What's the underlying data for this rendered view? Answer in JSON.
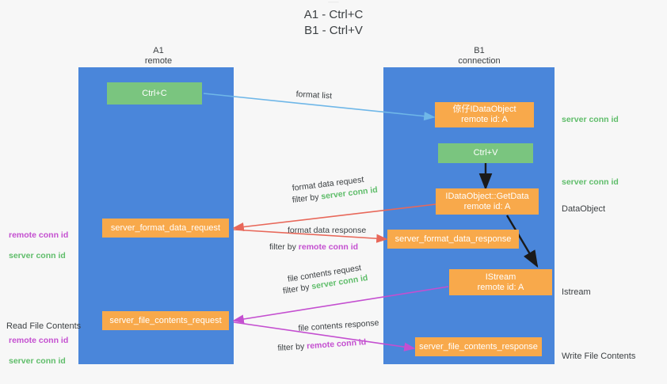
{
  "title": "A1 - Ctrl+C\nB1 - Ctrl+V",
  "colors": {
    "background": "#f7f7f7",
    "lane": "#4a86da",
    "green_box": "#7ac57f",
    "orange_box": "#f8a94b",
    "server_conn_id": "#5fbd6a",
    "remote_conn_id": "#c44fd0",
    "arrow_blue": "#6fb7e8",
    "arrow_red": "#e8685a",
    "arrow_magenta": "#c44fd0",
    "arrow_black": "#1a1a1a",
    "dash_line": "#1a1a1a"
  },
  "lanes": [
    {
      "name": "A1",
      "sub": "remote",
      "header": "A1\nremote"
    },
    {
      "name": "B1",
      "sub": "connection",
      "header": "B1\nconnection"
    }
  ],
  "boxes": {
    "ctrl_c": {
      "line1": "Ctrl+C",
      "line2": ""
    },
    "idataobject_top": {
      "line1": "倞仔IDataObject",
      "line2": "remote id: A"
    },
    "ctrl_v": {
      "line1": "Ctrl+V",
      "line2": ""
    },
    "getdata": {
      "line1": "IDataObject::GetData",
      "line2": "remote id: A"
    },
    "server_format_data_request": {
      "line1": "server_format_data_request",
      "line2": ""
    },
    "server_format_data_response": {
      "line1": "server_format_data_response",
      "line2": ""
    },
    "istream": {
      "line1": "IStream",
      "line2": "remote id: A"
    },
    "server_file_contents_request": {
      "line1": "server_file_contents_request",
      "line2": ""
    },
    "server_file_contents_response": {
      "line1": "server_file_contents_response",
      "line2": ""
    }
  },
  "arrow_labels": {
    "format_list": "format list",
    "format_data_request": "format data request",
    "format_data_request_filter_prefix": "filter by ",
    "format_data_request_filter_key": "server conn id",
    "format_data_response": "format data response",
    "format_data_response_filter_prefix": "filter by ",
    "format_data_response_filter_key": "remote conn id",
    "file_contents_request": "file contents request",
    "file_contents_request_filter_prefix": "filter by ",
    "file_contents_request_filter_key": "server conn id",
    "file_contents_response": "file contents response",
    "file_contents_response_filter_prefix": "filter by ",
    "file_contents_response_filter_key": "remote conn id"
  },
  "right_labels": {
    "server_conn_id_top": "server conn id",
    "server_conn_id_mid": "server conn id",
    "dataobject": "DataObject",
    "istream": "Istream",
    "write_file_contents": "Write File Contents"
  },
  "left_labels": {
    "conn_ids_mid_remote": "remote conn id",
    "conn_ids_mid_server": "server conn id",
    "read_file_contents": "Read File Contents",
    "conn_ids_bottom_remote": "remote conn id",
    "conn_ids_bottom_server": "server conn id"
  }
}
